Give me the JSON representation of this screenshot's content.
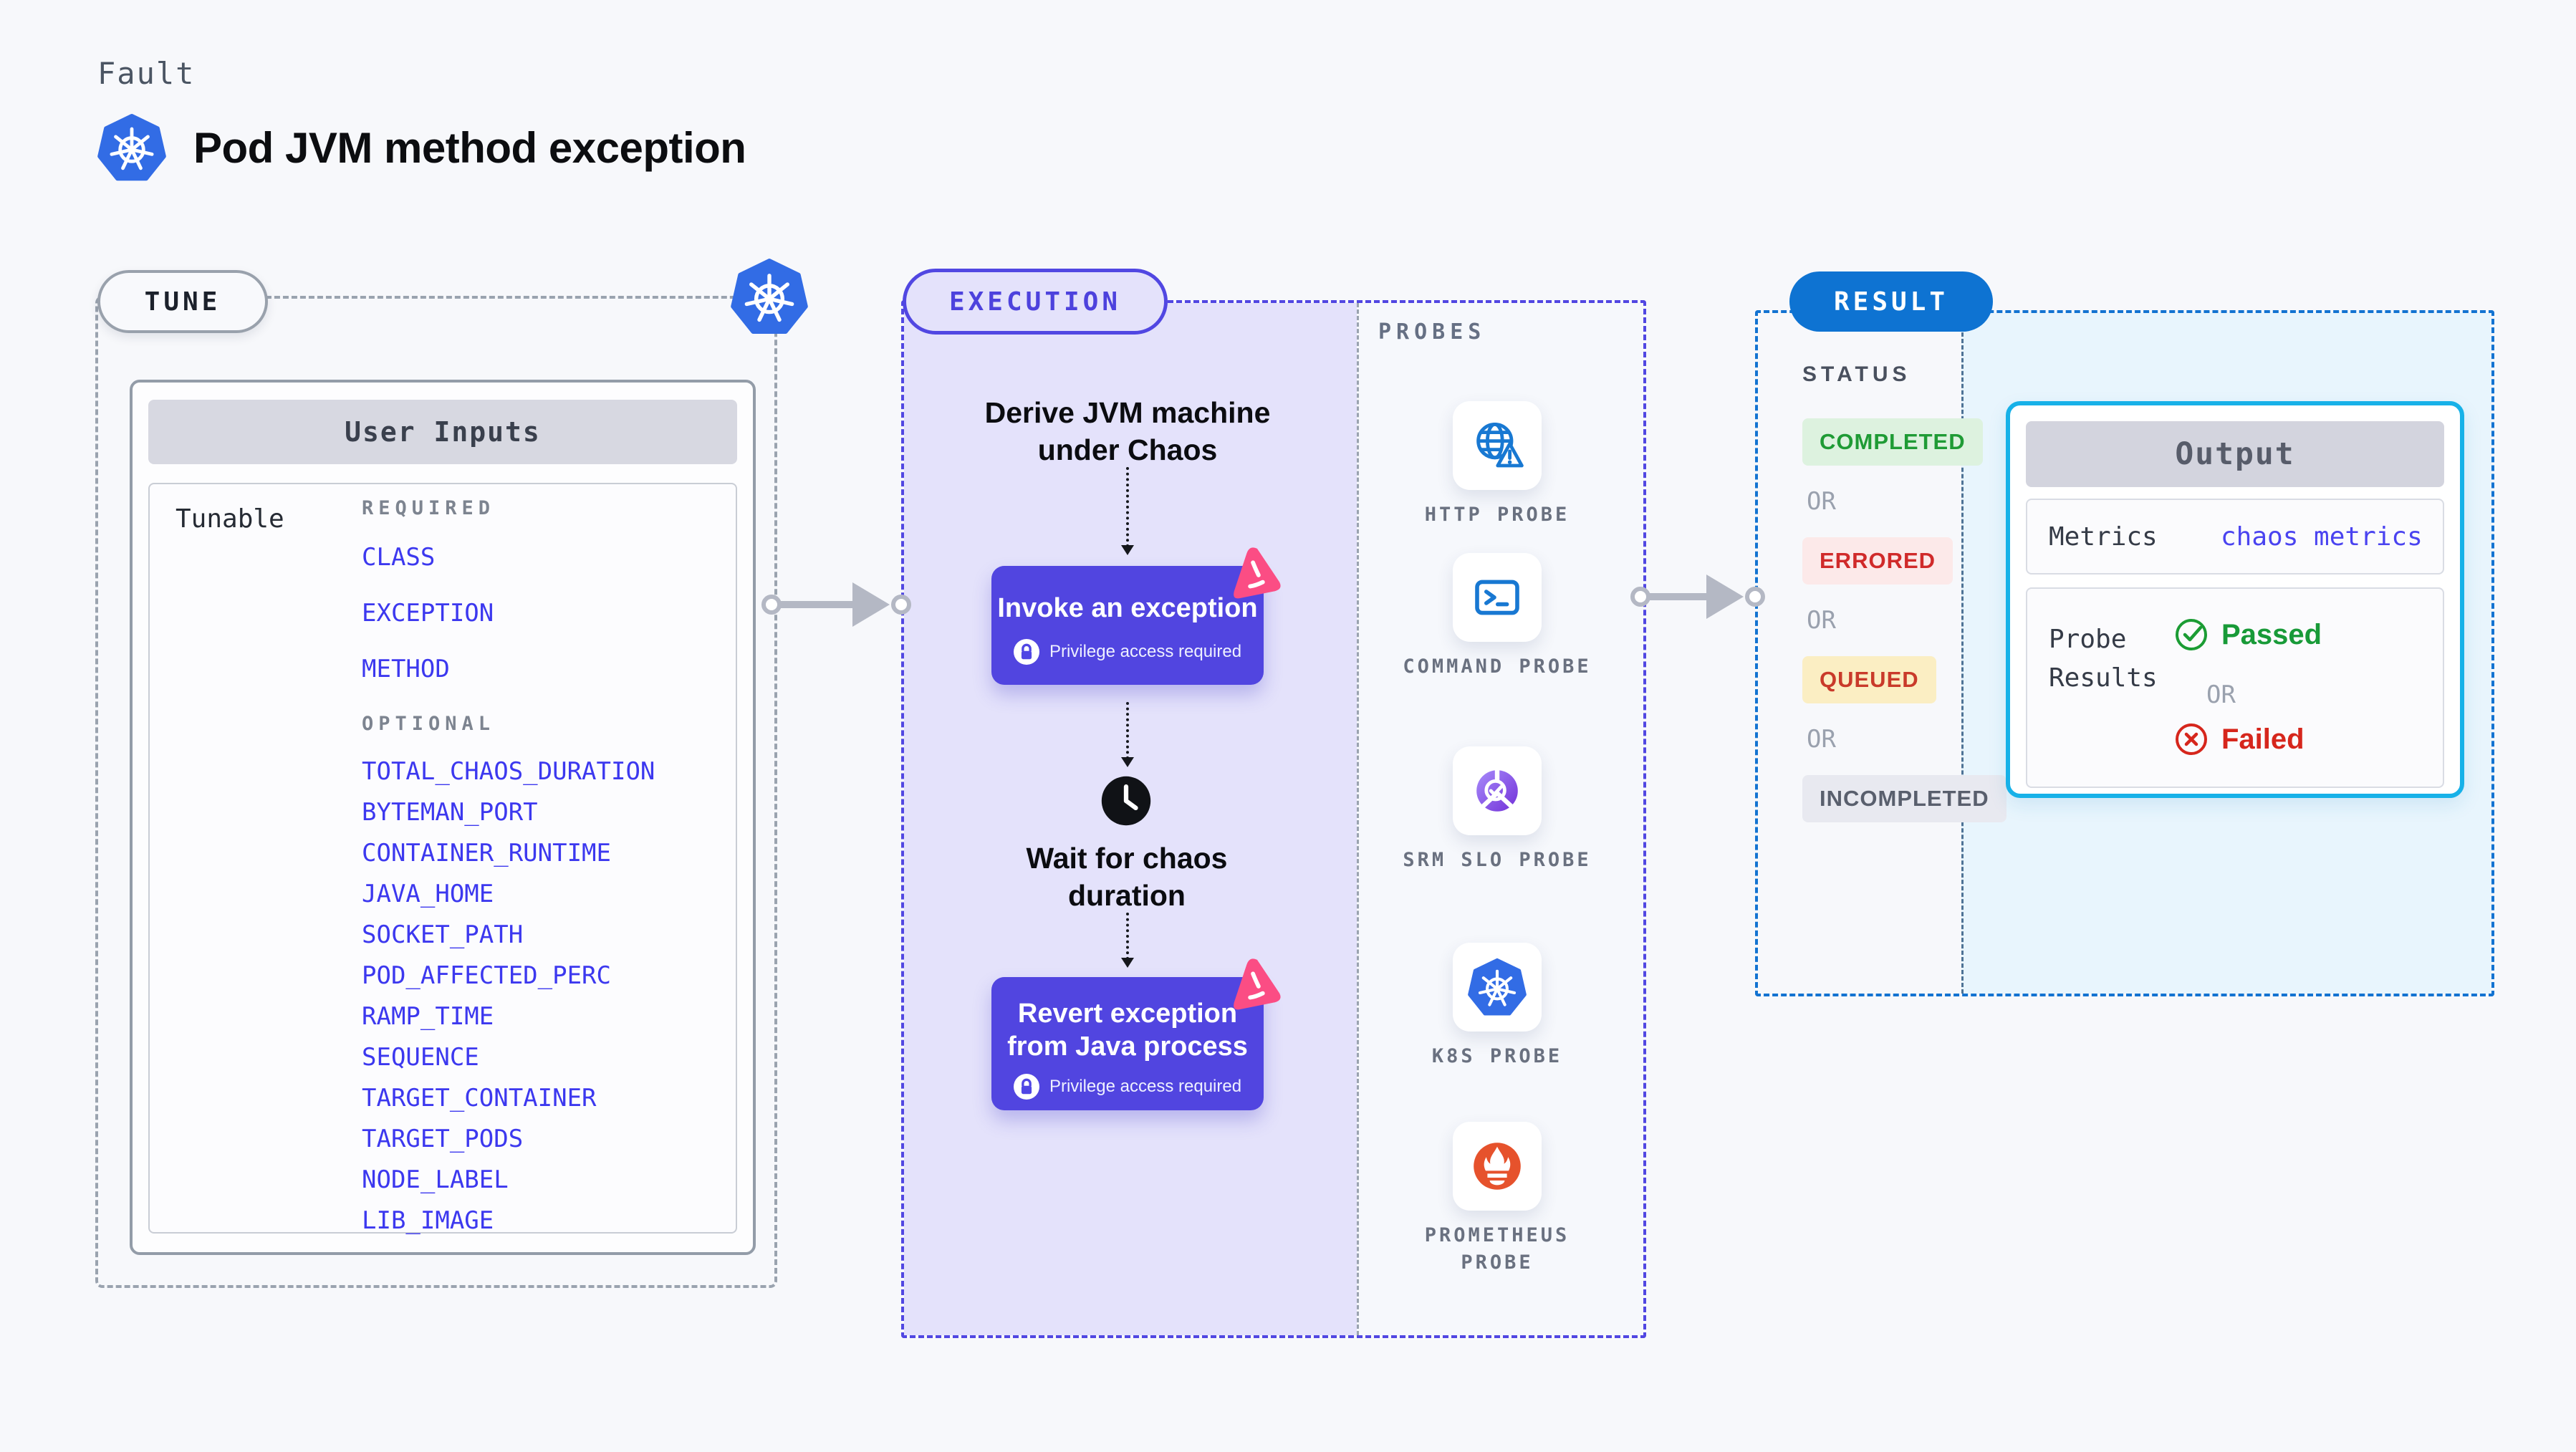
{
  "header": {
    "eyebrow": "Fault",
    "title": "Pod JVM method exception"
  },
  "tune": {
    "label": "TUNE",
    "card_title": "User Inputs",
    "row_label": "Tunable",
    "required_label": "REQUIRED",
    "required_items": [
      "CLASS",
      "EXCEPTION",
      "METHOD"
    ],
    "optional_label": "OPTIONAL",
    "optional_items": [
      "TOTAL_CHAOS_DURATION",
      "BYTEMAN_PORT",
      "CONTAINER_RUNTIME",
      "JAVA_HOME",
      "SOCKET_PATH",
      "POD_AFFECTED_PERC",
      "RAMP_TIME",
      "SEQUENCE",
      "TARGET_CONTAINER",
      "TARGET_PODS",
      "NODE_LABEL",
      "LIB_IMAGE"
    ]
  },
  "execution": {
    "label": "EXECUTION",
    "derive": "Derive JVM machine under Chaos",
    "invoke": "Invoke an exception",
    "wait": "Wait for chaos duration",
    "revert": "Revert exception from Java process",
    "privilege": "Privilege access required"
  },
  "probes": {
    "label": "PROBES",
    "items": [
      {
        "name": "HTTP PROBE",
        "icon": "globe-alert-icon"
      },
      {
        "name": "COMMAND PROBE",
        "icon": "terminal-icon"
      },
      {
        "name": "SRM SLO PROBE",
        "icon": "slo-check-icon"
      },
      {
        "name": "K8S PROBE",
        "icon": "kubernetes-icon"
      },
      {
        "name": "PROMETHEUS PROBE",
        "icon": "prometheus-icon"
      }
    ]
  },
  "result": {
    "label": "RESULT",
    "status_label": "STATUS",
    "or_label": "OR",
    "statuses": [
      {
        "label": "COMPLETED",
        "color": "#1f9b35",
        "bg": "#ddf2df"
      },
      {
        "label": "ERRORED",
        "color": "#d02a2a",
        "bg": "#fce9e9"
      },
      {
        "label": "QUEUED",
        "color": "#c93a2a",
        "bg": "#fbeec3"
      },
      {
        "label": "INCOMPLETED",
        "color": "#595f6d",
        "bg": "#e8e9f0"
      }
    ],
    "output": {
      "title": "Output",
      "metrics_label": "Metrics",
      "metrics_value": "chaos metrics",
      "probe_results_label": "Probe Results",
      "passed": "Passed",
      "or": "OR",
      "failed": "Failed"
    }
  },
  "colors": {
    "page_bg": "#f7f8fb",
    "accent_indigo": "#5147e2",
    "lavender_bg": "#e4e2fb",
    "accent_blue": "#0e73d2",
    "result_bg": "#e8f5fd",
    "output_border_cyan": "#17b1e8",
    "tunable_blue": "#3c38ef",
    "k8s_blue": "#326ce5",
    "litmus_pink": "#fb4d84",
    "prometheus_orange": "#e6522c",
    "success_green": "#189a38",
    "error_red": "#d6261c",
    "arrow_gray": "#b4b8c4"
  }
}
